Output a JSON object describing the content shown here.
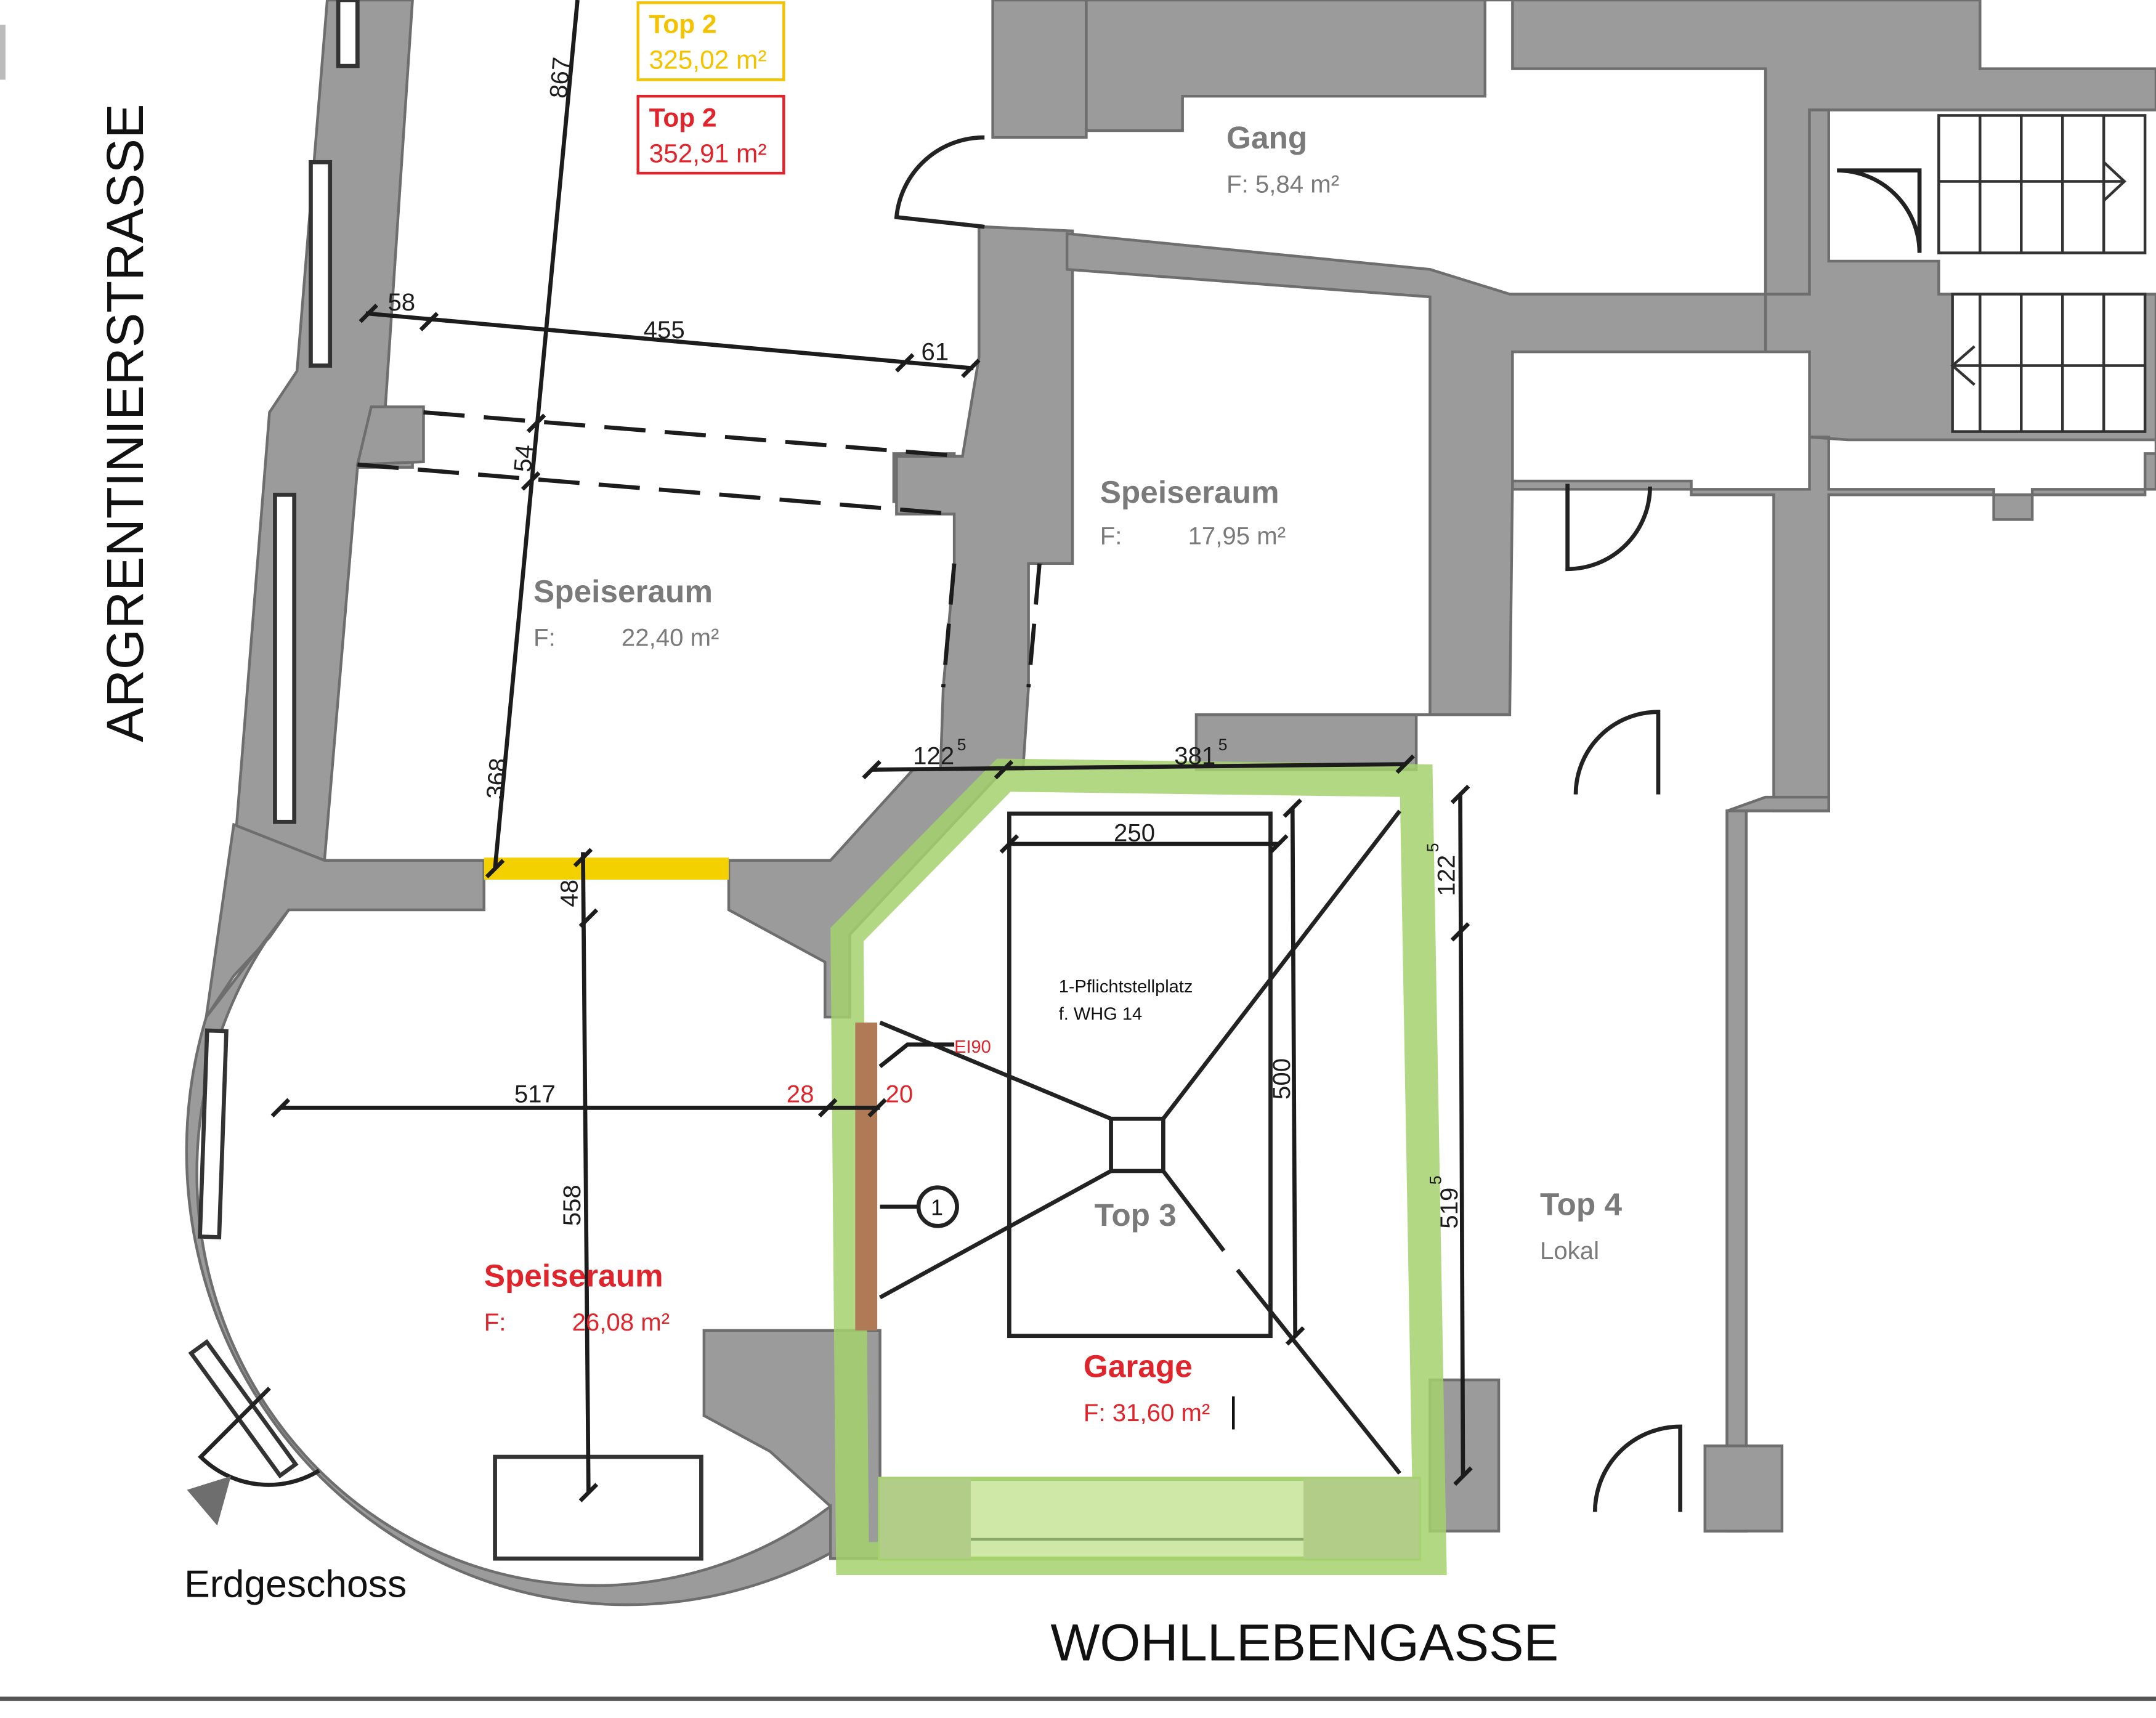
{
  "streets": {
    "west": "ARGRENTINIERSTRASSE",
    "south": "WOHLLEBENGASSE"
  },
  "floor_label": "Erdgeschoss",
  "legend": {
    "yellow": {
      "title": "Top 2",
      "area": "325,02 m²",
      "color": "#f3c300"
    },
    "red": {
      "title": "Top 2",
      "area": "352,91 m²",
      "color": "#e0242b"
    }
  },
  "rooms": {
    "gang": {
      "name": "Gang",
      "area": "F: 5,84 m²"
    },
    "speise_upper_right": {
      "name": "Speiseraum",
      "area_prefix": "F:",
      "area": "17,95 m²"
    },
    "speise_left": {
      "name": "Speiseraum",
      "area_prefix": "F:",
      "area": "22,40 m²"
    },
    "speise_round": {
      "name": "Speiseraum",
      "area_prefix": "F:",
      "area": "26,08 m²"
    },
    "top3": {
      "name": "Top 3"
    },
    "garage": {
      "name": "Garage",
      "area": "F: 31,60 m²"
    },
    "top4": {
      "name": "Top 4",
      "sub": "Lokal"
    },
    "parking": {
      "line1": "1-Pflichtstellplatz",
      "line2": "f. WHG 14"
    }
  },
  "dimensions": {
    "d867": "867",
    "d58": "58",
    "d455": "455",
    "d61": "61",
    "d54": "54",
    "d368": "368",
    "d48": "48",
    "d1225a_base": "122",
    "d1225a_sup": "5",
    "d3815_base": "381",
    "d3815_sup": "5",
    "d250": "250",
    "d1225b_base": "122",
    "d1225b_sup": "5",
    "d517": "517",
    "d558": "558",
    "d28": "28",
    "d20": "20",
    "d500": "500",
    "d5195_base": "519",
    "d5195_sup": "5"
  },
  "annotations": {
    "fire_rating": "EI90",
    "marker_1": "1"
  },
  "colors": {
    "wall": "#9b9b9b",
    "garage_highlight": "#a5d16f",
    "yellow_wall": "#f3d000",
    "brown_wall": "#b07a56",
    "red_text": "#e0242b"
  }
}
